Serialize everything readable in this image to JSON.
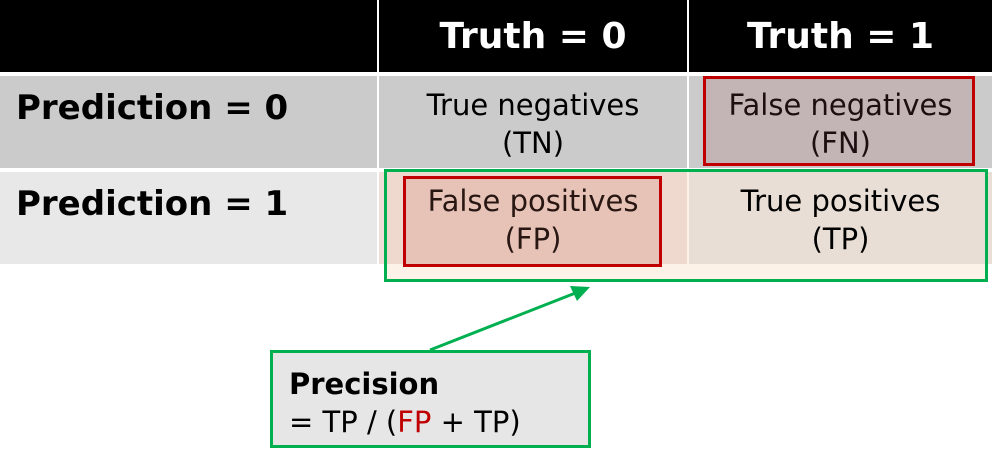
{
  "header": {
    "col_truth0": "Truth = 0",
    "col_truth1": "Truth = 1"
  },
  "rows": [
    {
      "label": "Prediction = 0",
      "cells": [
        {
          "name": "True negatives",
          "abbr": "(TN)"
        },
        {
          "name": "False negatives",
          "abbr": "(FN)"
        }
      ]
    },
    {
      "label": "Prediction = 1",
      "cells": [
        {
          "name": "False positives",
          "abbr": "(FP)"
        },
        {
          "name": "True positives",
          "abbr": "(TP)"
        }
      ]
    }
  ],
  "callout": {
    "title": "Precision",
    "formula_prefix": "= TP / (",
    "formula_highlight": "FP",
    "formula_suffix": " + TP)"
  },
  "colors": {
    "highlight_red": "#c00000",
    "precision_green": "#00b050"
  }
}
